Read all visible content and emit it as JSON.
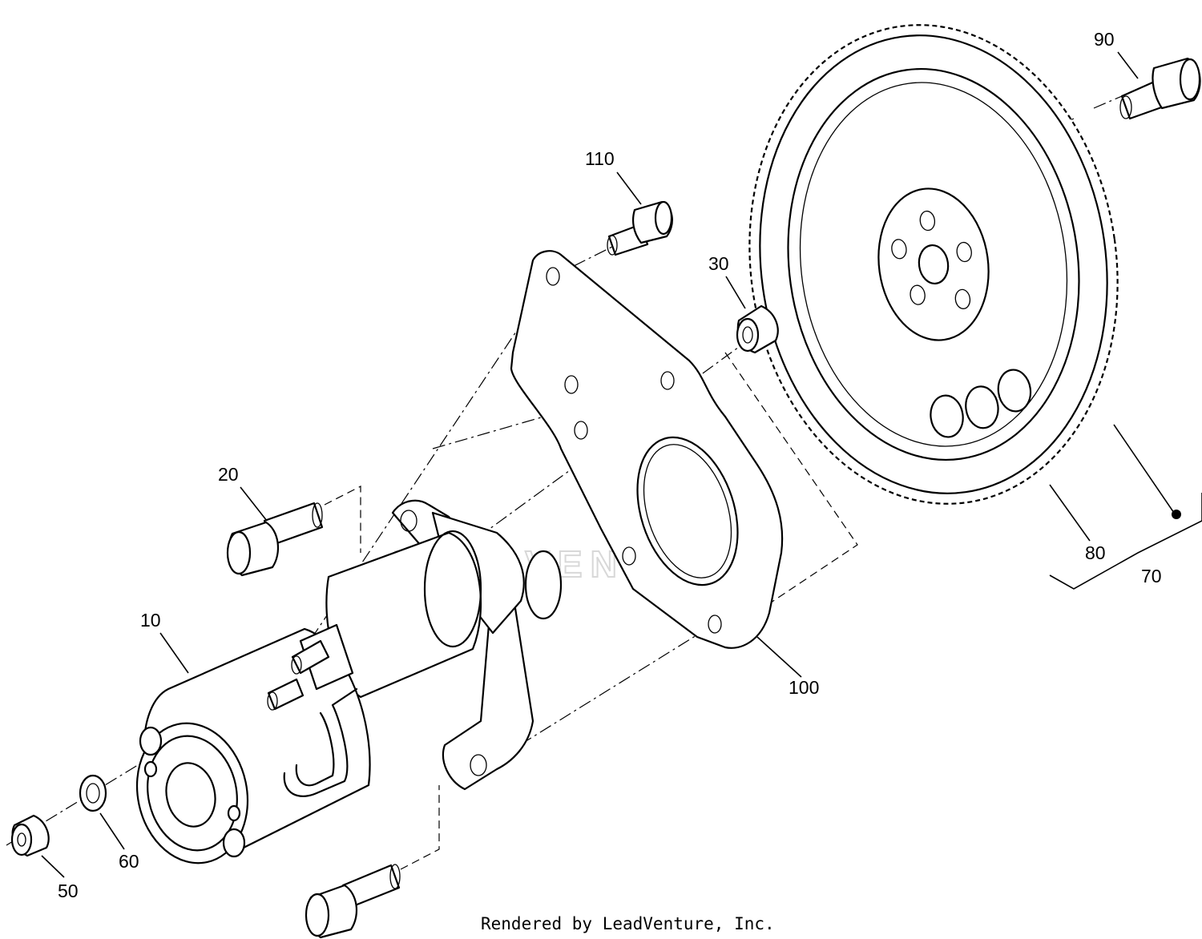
{
  "watermark": {
    "text": "LEADVENTURE"
  },
  "footer": {
    "text": "Rendered by LeadVenture, Inc."
  },
  "callouts": {
    "c10": "10",
    "c20": "20",
    "c30": "30",
    "c50": "50",
    "c60": "60",
    "c70": "70",
    "c80": "80",
    "c90": "90",
    "c100": "100",
    "c110": "110"
  }
}
